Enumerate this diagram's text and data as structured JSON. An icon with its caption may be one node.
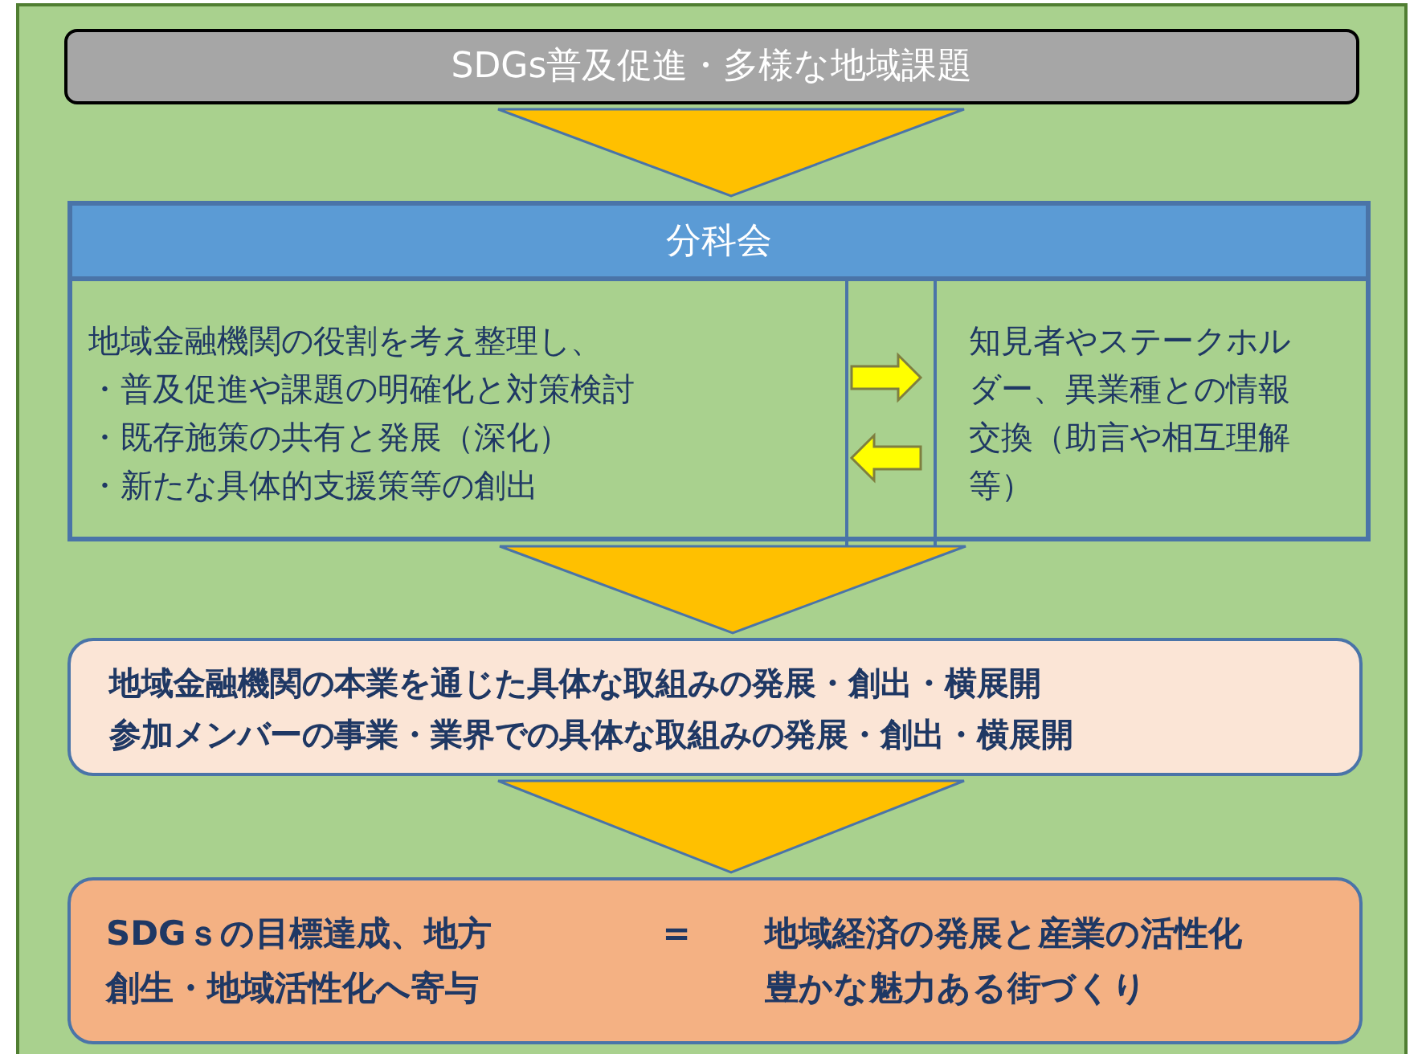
{
  "diagram": {
    "nodes": [
      {
        "text": [
          "SDGs普及促進・多様な地域課題"
        ]
      },
      {
        "text": [
          "分科会"
        ]
      },
      {
        "text": [
          "地域金融機関の役割を考え整理し、",
          "・普及促進や課題の明確化と対策検討",
          "・既存施策の共有と発展（深化）",
          "・新たな具体的支援策等の創出"
        ],
        "in": 1
      },
      {
        "text": [
          "知見者やステークホルダー、異業種との情報交換（助言や相互理解等）"
        ],
        "in": 1
      },
      {
        "text": [
          "地域金融機関の本業を通じた具体な取組みの発展・創出・横展開",
          "参加メンバーの事業・業界での具体な取組みの発展・創出・横展開"
        ]
      },
      {
        "text": [
          "SDGｓの目標達成、地方創生・地域活性化へ寄与",
          "=",
          "地域経済の発展と産業の活性化",
          "豊かな魅力ある街づくり"
        ]
      }
    ],
    "edges": [
      {
        "from": 0,
        "to": 1,
        "arrow": "to"
      },
      {
        "from": 2,
        "to": 3,
        "arrow": "to",
        "color": "#ffff00"
      },
      {
        "from": 3,
        "to": 2,
        "arrow": "to",
        "color": "#ffff00"
      },
      {
        "from": 1,
        "to": 4,
        "arrow": "to"
      },
      {
        "from": 4,
        "to": 5,
        "arrow": "to"
      }
    ]
  }
}
